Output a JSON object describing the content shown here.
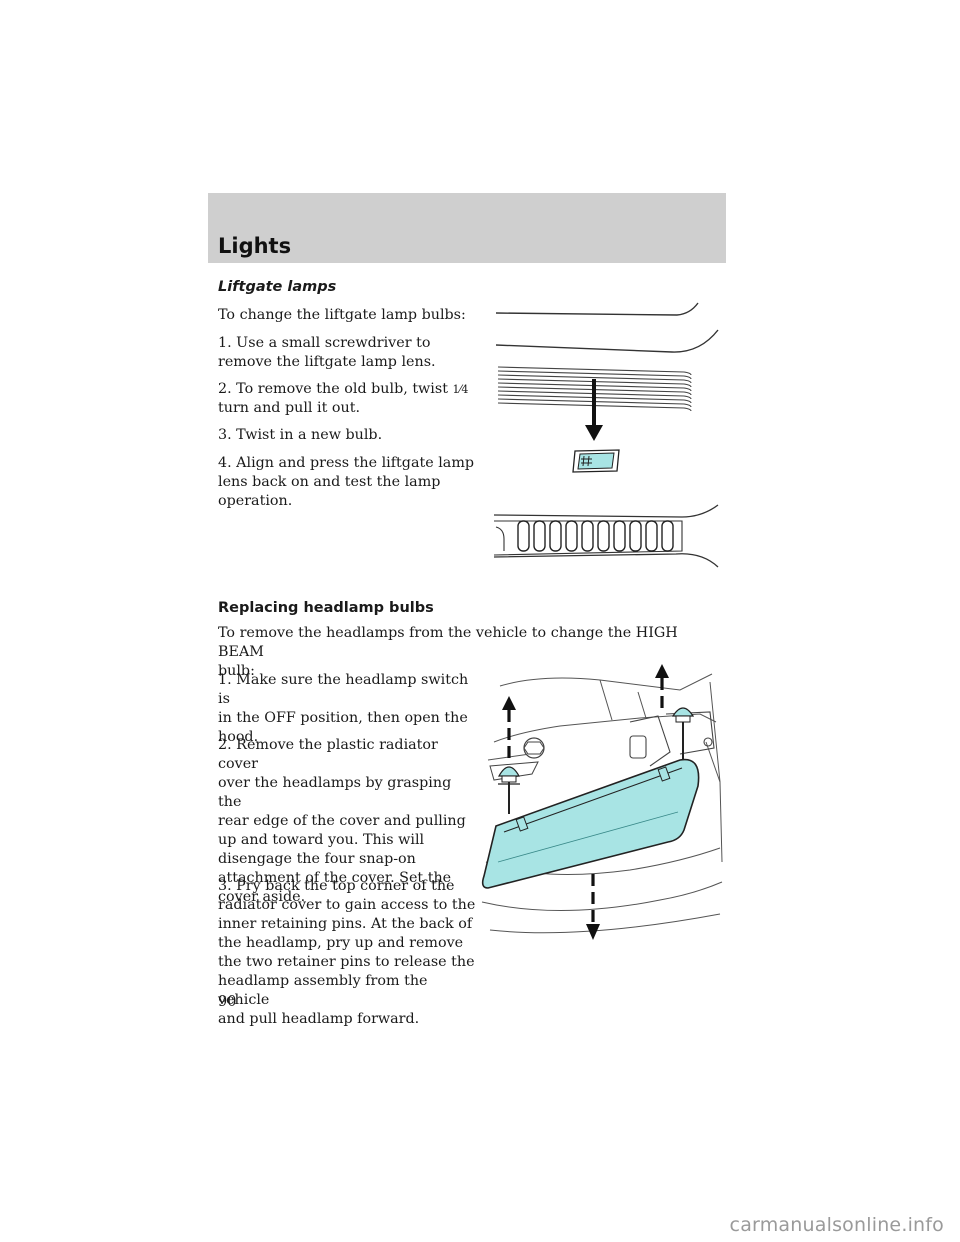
{
  "header": {
    "section_title": "Lights"
  },
  "liftgate": {
    "heading": "Liftgate lamps",
    "intro": "To change the liftgate lamp bulbs:",
    "step1_a": "1. Use a small screwdriver to",
    "step1_b": "remove the liftgate lamp lens.",
    "step2_a": "2. To remove the old bulb, twist ",
    "step2_frac": "1⁄4",
    "step2_b": "turn and pull it out.",
    "step3": "3. Twist in a new bulb.",
    "step4_a": "4. Align and press the liftgate lamp",
    "step4_b": "lens back on and test the lamp",
    "step4_c": "operation."
  },
  "headlamp": {
    "heading": "Replacing headlamp bulbs",
    "intro_a": "To remove the headlamps from the vehicle to change the HIGH BEAM",
    "intro_b": "bulb:",
    "s1": [
      "1. Make sure the headlamp switch is",
      "in the OFF position, then open the",
      "hood."
    ],
    "s2": [
      "2. Remove the plastic radiator cover",
      "over the headlamps by grasping the",
      "rear edge of the cover and pulling",
      "up and toward you. This will",
      "disengage the four snap-on",
      "attachment of the cover. Set the",
      "cover aside."
    ],
    "s3": [
      "3. Pry back the top corner of the",
      "radiator cover to gain access to the",
      "inner retaining pins. At the back of",
      "the headlamp, pry up and remove",
      "the two retainer pins to release the",
      "headlamp assembly from the vehicle",
      "and pull headlamp forward."
    ]
  },
  "page_number": "90",
  "footer": {
    "watermark": "carmanualsonline.info"
  },
  "colors": {
    "lens_fill": "#a8e4e4",
    "band": "#cfcfcf"
  }
}
